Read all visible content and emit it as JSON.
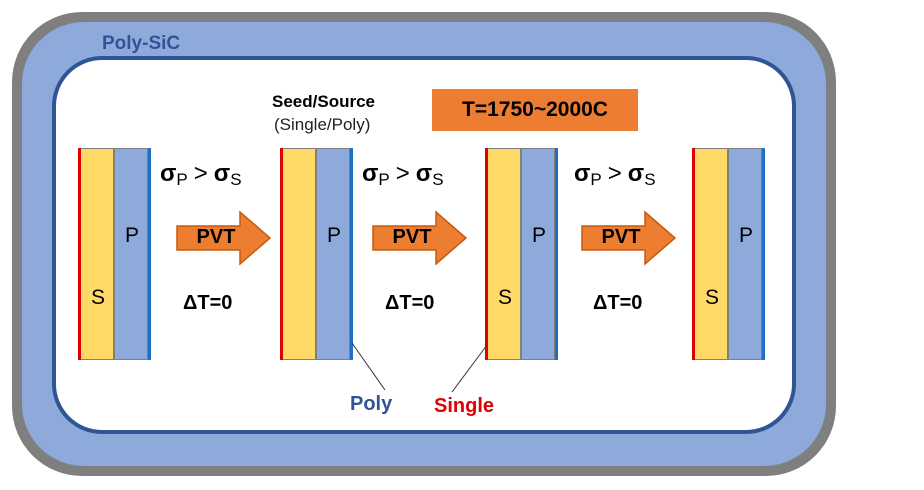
{
  "frame": {
    "title": "Poly-SiC"
  },
  "wafers": [
    {
      "s_label": "S",
      "p_label": "P"
    },
    {
      "s_label": "",
      "p_label": "P"
    },
    {
      "s_label": "S",
      "p_label": "P"
    },
    {
      "s_label": "S",
      "p_label": "P"
    }
  ],
  "seed": {
    "title": "Seed/Source",
    "subtitle": "(Single/Poly)"
  },
  "temperature": "T=1750~2000C",
  "steps": [
    {
      "sigma_left": "σ",
      "sub_left": "P",
      "op": ">",
      "sigma_right": "σ",
      "sub_right": "S",
      "arrow": "PVT",
      "delta": "ΔT=0"
    },
    {
      "sigma_left": "σ",
      "sub_left": "P",
      "op": ">",
      "sigma_right": "σ",
      "sub_right": "S",
      "arrow": "PVT",
      "delta": "ΔT=0"
    },
    {
      "sigma_left": "σ",
      "sub_left": "P",
      "op": ">",
      "sigma_right": "σ",
      "sub_right": "S",
      "arrow": "PVT",
      "delta": "ΔT=0"
    }
  ],
  "callouts": {
    "poly": "Poly",
    "single": "Single"
  },
  "colors": {
    "source_yellow": "#ffd966",
    "poly_blue": "#8eaadb",
    "single_red": "#e00000",
    "arrow_orange": "#ed7d31"
  }
}
